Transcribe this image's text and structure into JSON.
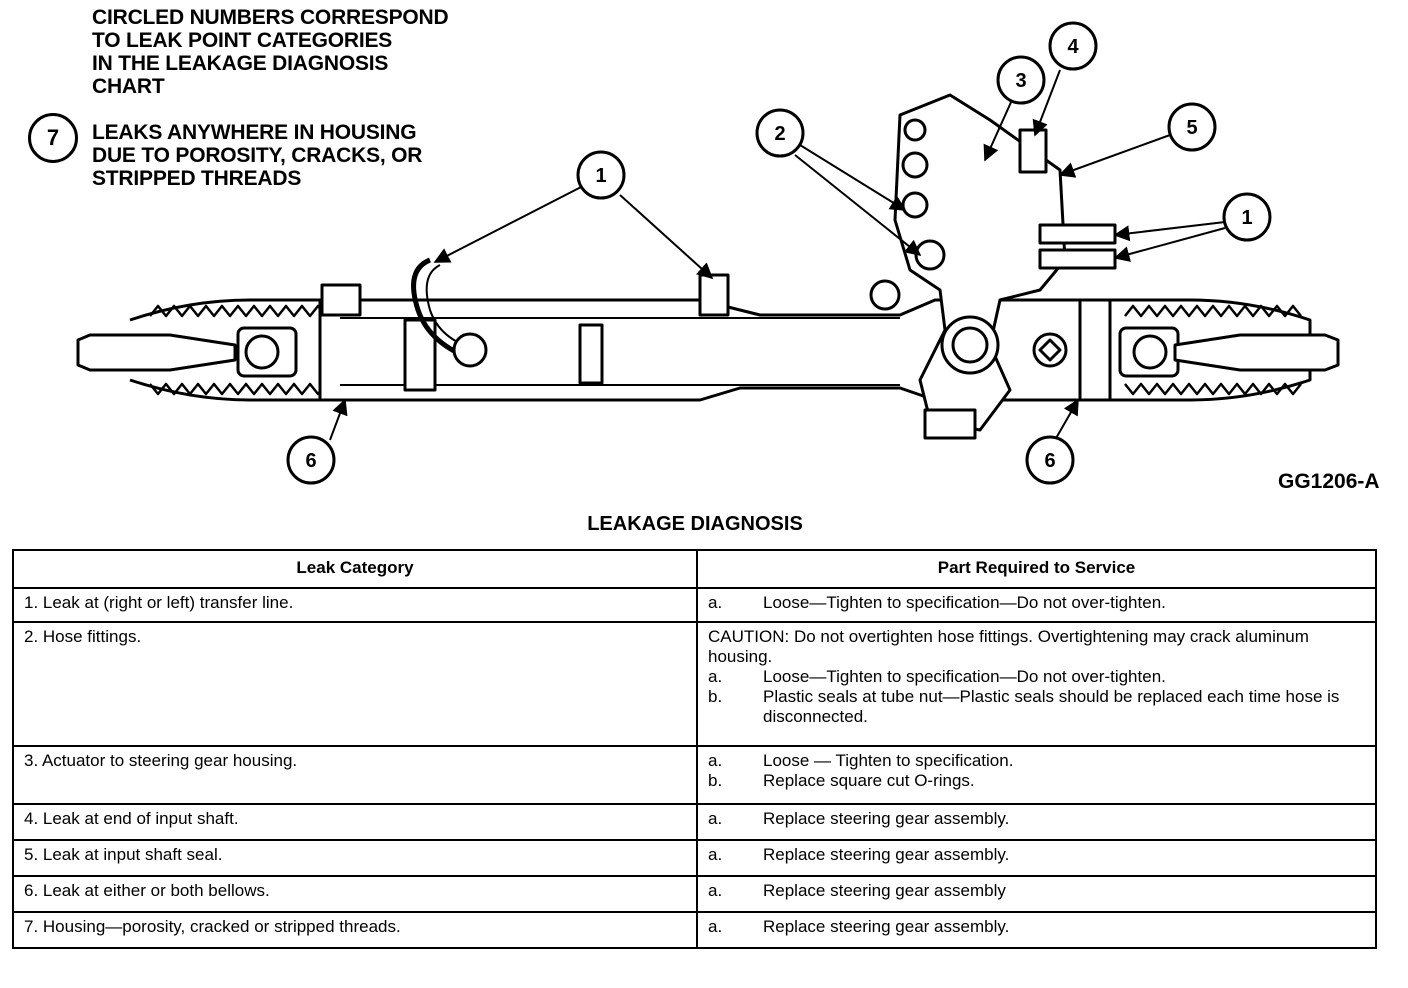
{
  "legend": {
    "lines": [
      "CIRCLED NUMBERS CORRESPOND",
      "TO LEAK POINT CATEGORIES",
      "IN THE LEAKAGE DIAGNOSIS",
      "CHART"
    ],
    "item7_number": "7",
    "item7_lines": [
      "LEAKS ANYWHERE IN HOUSING",
      "DUE TO POROSITY, CRACKS, OR",
      "STRIPPED THREADS"
    ]
  },
  "callouts": {
    "c1a": "1",
    "c1b": "1",
    "c2": "2",
    "c3": "3",
    "c4": "4",
    "c5": "5",
    "c6a": "6",
    "c6b": "6"
  },
  "figure_id": "GG1206-A",
  "table": {
    "title": "LEAKAGE DIAGNOSIS",
    "headers": [
      "Leak Category",
      "Part Required to Service"
    ],
    "rows": [
      {
        "category": "1. Leak at (right or left) transfer line.",
        "caution": "",
        "items": [
          {
            "letter": "a.",
            "text": "Loose—Tighten to specification—Do not over-tighten."
          }
        ]
      },
      {
        "category": "2. Hose fittings.",
        "caution": "CAUTION: Do not overtighten hose fittings. Overtightening may crack aluminum housing.",
        "items": [
          {
            "letter": "a.",
            "text": "Loose—Tighten to specification—Do not over-tighten."
          },
          {
            "letter": "b.",
            "text": "Plastic seals at tube nut—Plastic seals should be replaced each time hose is disconnected."
          }
        ]
      },
      {
        "category": "3. Actuator to steering gear housing.",
        "caution": "",
        "items": [
          {
            "letter": "a.",
            "text": "Loose — Tighten to specification."
          },
          {
            "letter": "b.",
            "text": "Replace square cut O-rings."
          }
        ]
      },
      {
        "category": "4. Leak at end of input shaft.",
        "caution": "",
        "items": [
          {
            "letter": "a.",
            "text": "Replace steering gear assembly."
          }
        ]
      },
      {
        "category": "5. Leak at input shaft seal.",
        "caution": "",
        "items": [
          {
            "letter": "a.",
            "text": "Replace steering gear assembly."
          }
        ]
      },
      {
        "category": "6. Leak at either or both bellows.",
        "caution": "",
        "items": [
          {
            "letter": "a.",
            "text": "Replace steering gear assembly"
          }
        ]
      },
      {
        "category": "7. Housing—porosity, cracked or stripped threads.",
        "caution": "",
        "items": [
          {
            "letter": "a.",
            "text": "Replace steering gear assembly."
          }
        ]
      }
    ]
  }
}
